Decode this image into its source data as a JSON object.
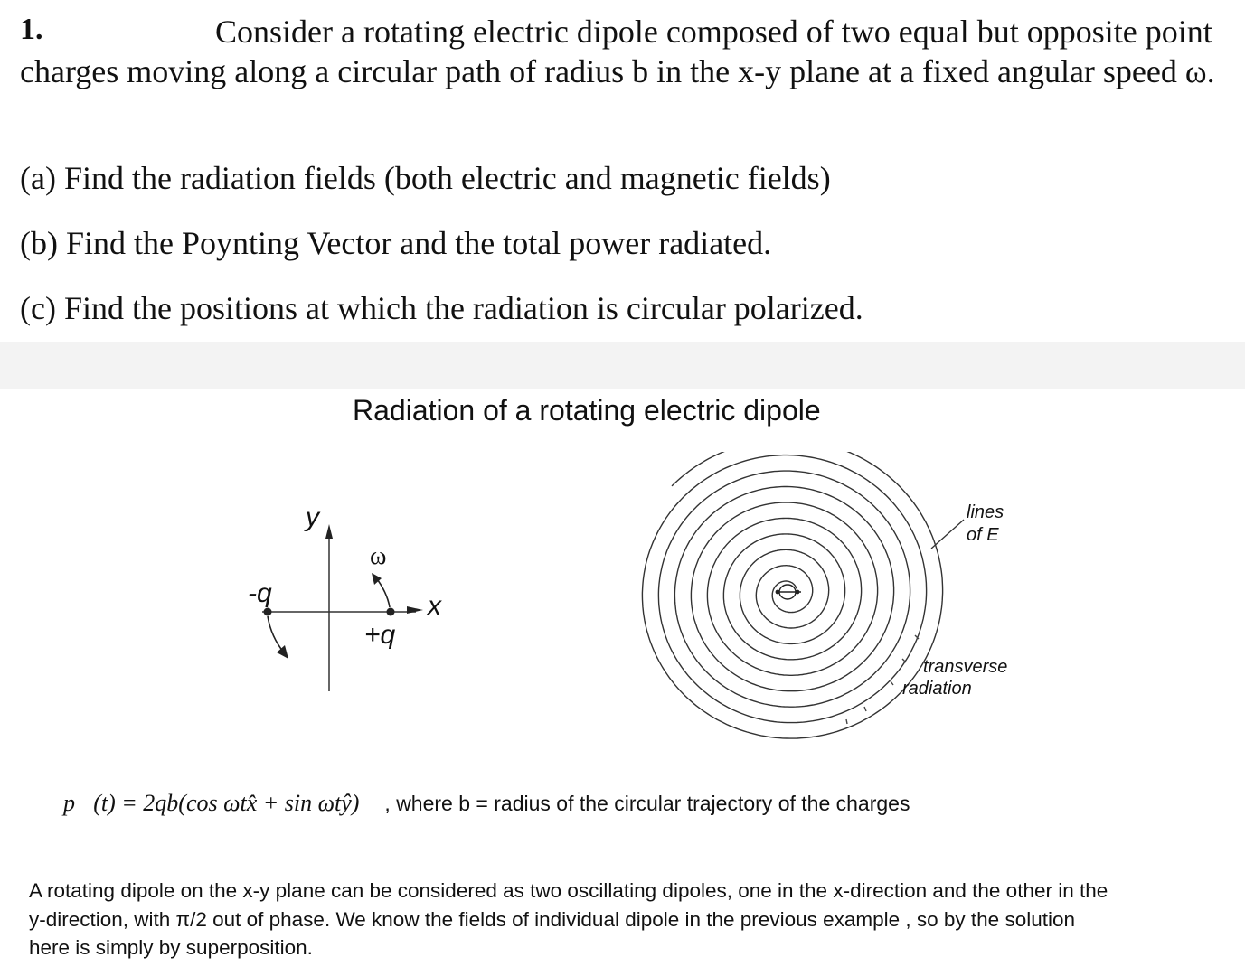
{
  "problem": {
    "number": "1.",
    "intro_line1": "Consider a rotating electric dipole composed of two equal but opposite point",
    "intro_line2": "charges moving along a circular path of radius b in the x-y plane at a fixed angular speed ω.",
    "parts": [
      "(a) Find the radiation fields (both electric and magnetic fields)",
      "(b) Find the Poynting Vector and the total power radiated.",
      "(c) Find the positions at which the radiation is circular polarized."
    ]
  },
  "figure": {
    "title": "Radiation of a rotating electric dipole",
    "left_diagram": {
      "y_label": "y",
      "x_label": "x",
      "omega_label": "ω",
      "neg_charge_label": "-q",
      "pos_charge_label": "+q"
    },
    "right_diagram": {
      "lines_label_1": "lines",
      "lines_label_2": "of E",
      "transverse_label_1": "transverse",
      "transverse_label_2": "radiation"
    }
  },
  "equation": {
    "formula": "p⃗(t) = 2qb(cos ωtx̂ + sin ωtŷ)",
    "where_text": ", where b = radius of the circular trajectory of the charges"
  },
  "explanation": {
    "line1": "A rotating dipole on the x-y plane can be considered as two oscillating dipoles, one in the x-direction and the other in the",
    "line2": "y-direction, with π/2 out of phase.  We know the fields of individual dipole in the previous example , so by the solution",
    "line3": "here is simply by superposition."
  }
}
